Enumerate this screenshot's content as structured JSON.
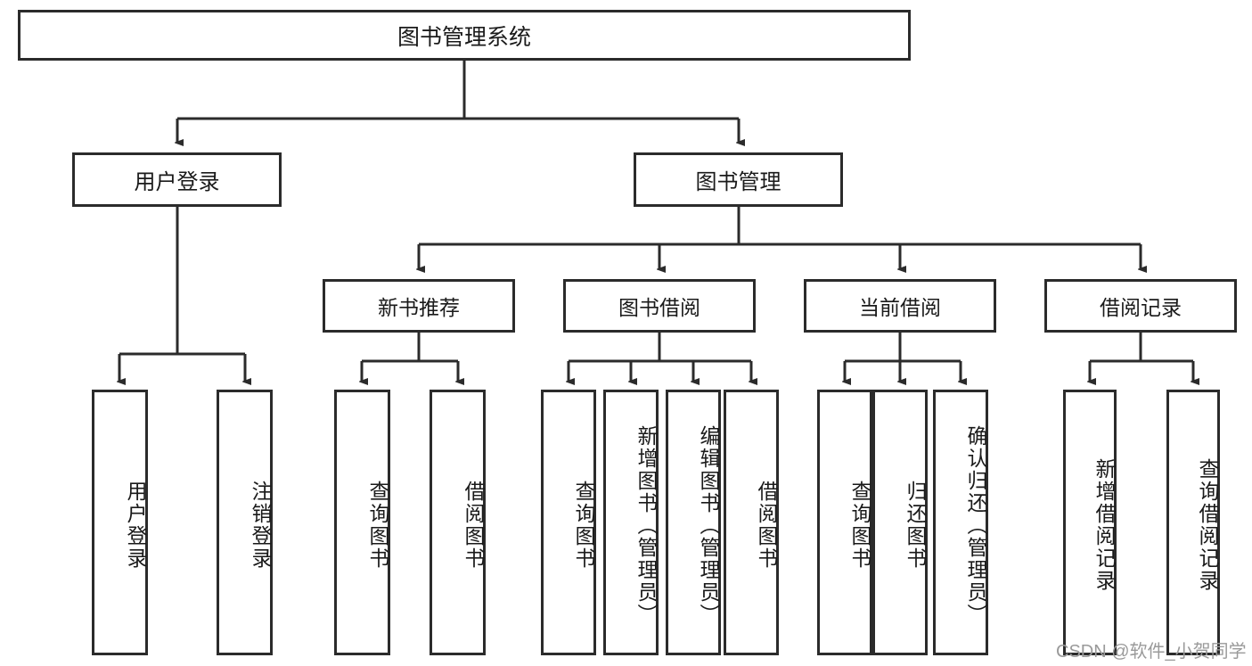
{
  "diagram": {
    "type": "tree-hierarchy-diagram",
    "title": "图书管理系统",
    "colors": {
      "box_border": "#2b2b2b",
      "box_fill": "#ffffff",
      "edge": "#2b2b2b",
      "text": "#1a1a1a",
      "watermark": "#9a9a9a",
      "background": "#ffffff"
    },
    "root": {
      "label": "图书管理系统"
    },
    "level2": [
      {
        "label": "用户登录"
      },
      {
        "label": "图书管理"
      }
    ],
    "level3": [
      {
        "label": "新书推荐"
      },
      {
        "label": "图书借阅"
      },
      {
        "label": "当前借阅"
      },
      {
        "label": "借阅记录"
      }
    ],
    "leaves": {
      "user_login": [
        {
          "label": "用户登录"
        },
        {
          "label": "注销登录"
        }
      ],
      "new_book_recommend": [
        {
          "label": "查询图书"
        },
        {
          "label": "借阅图书"
        }
      ],
      "book_borrow": [
        {
          "label": "查询图书"
        },
        {
          "label": "新增图书（管理员）"
        },
        {
          "label": "编辑图书（管理员）"
        },
        {
          "label": "借阅图书"
        }
      ],
      "current_borrow": [
        {
          "label": "查询图书"
        },
        {
          "label": "归还图书"
        },
        {
          "label": "确认归还（管理员）"
        }
      ],
      "borrow_record": [
        {
          "label": "新增借阅记录"
        },
        {
          "label": "查询借阅记录"
        }
      ]
    },
    "watermark": "CSDN @软件_小贺同学"
  }
}
